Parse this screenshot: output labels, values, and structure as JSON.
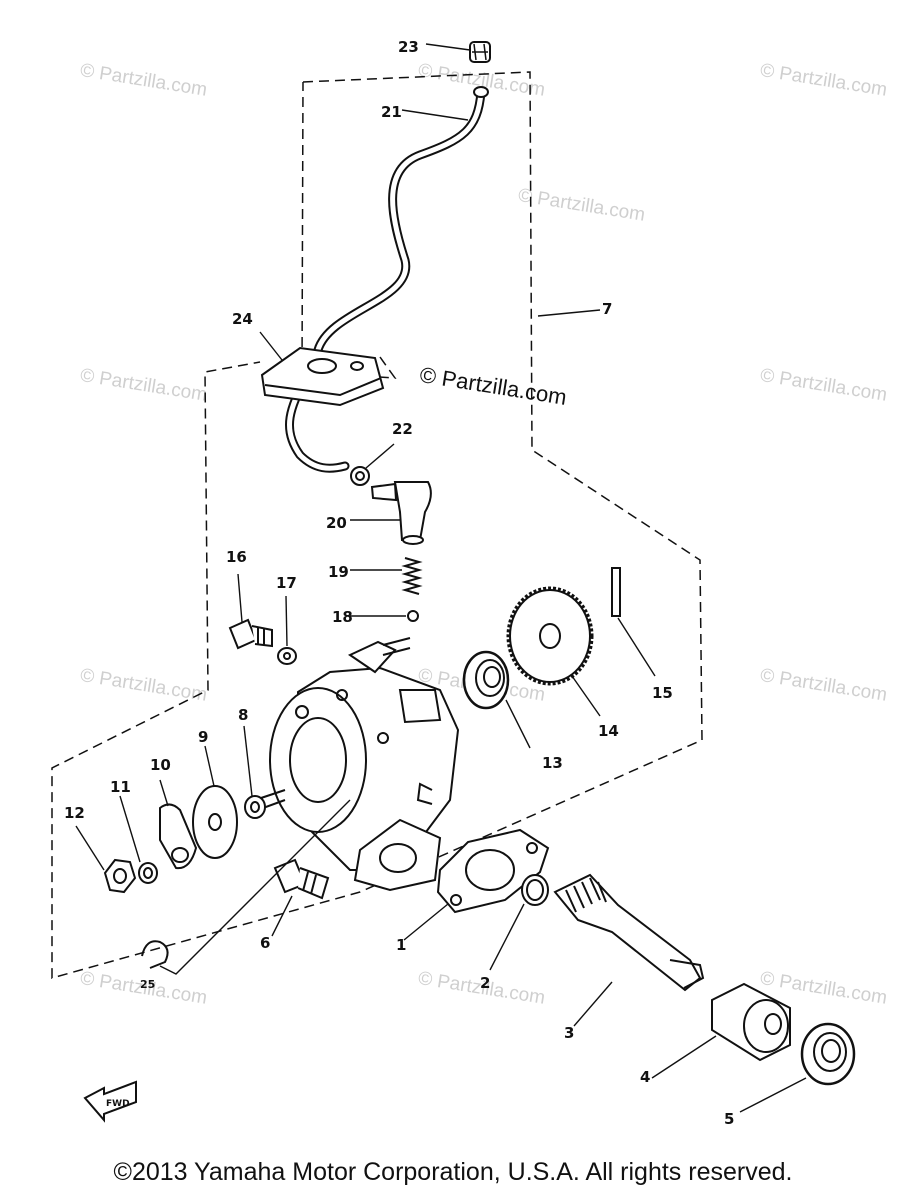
{
  "watermarks": [
    "© Partzilla.com",
    "© Partzilla.com",
    "© Partzilla.com",
    "© Partzilla.com",
    "© Partzilla.com",
    "© Partzilla.com",
    "© Partzilla.com",
    "© Partzilla.com",
    "© Partzilla.com",
    "© Partzilla.com",
    "© Partzilla.com",
    "© Partzilla.com"
  ],
  "main_watermark": "© Partzilla.com",
  "copyright": "©2013 Yamaha Motor Corporation, U.S.A. All rights reserved.",
  "forward_label": "FWD",
  "callouts": [
    "23",
    "21",
    "24",
    "7",
    "22",
    "20",
    "19",
    "16",
    "17",
    "18",
    "15",
    "14",
    "13",
    "8",
    "9",
    "10",
    "11",
    "12",
    "6",
    "1",
    "2",
    "3",
    "4",
    "5",
    "25"
  ]
}
